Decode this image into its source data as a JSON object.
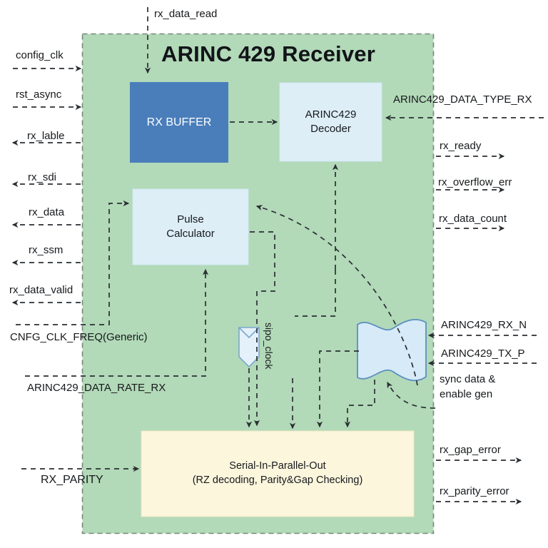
{
  "diagram": {
    "title": "ARINC 429 Receiver",
    "container_name": "ARINC 429 Receiver boundary",
    "colors": {
      "container_fill": "#b2d9b8",
      "container_border": "#7a8a7c",
      "rx_buffer_fill": "#4a7ebb",
      "rx_buffer_text": "#ffffff",
      "light_block_fill": "#ddeef7",
      "light_block_border": "#c9e3ef",
      "sipo_fill": "#fcf6dd",
      "sipo_border": "#efe7c4",
      "wavy_fill": "#d6eaf7",
      "wavy_border": "#5b8fc0",
      "arrow": "#2a2f33",
      "text": "#16191c",
      "page_bg": "#ffffff"
    },
    "blocks": [
      {
        "id": "rx_buffer",
        "label": "RX BUFFER",
        "kind": "solid-blue"
      },
      {
        "id": "decoder",
        "label_line1": "ARINC429",
        "label_line2": "Decoder",
        "kind": "light"
      },
      {
        "id": "pulse_calculator",
        "label_line1": "Pulse",
        "label_line2": "Calculator",
        "kind": "light"
      },
      {
        "id": "sipo",
        "label_line1": "Serial-In-Parallel-Out",
        "label_line2": "(RZ decoding, Parity&Gap Checking)",
        "kind": "cream"
      },
      {
        "id": "sync_block",
        "label": "",
        "kind": "wavy"
      }
    ],
    "inline_labels": [
      {
        "id": "sipo_clock",
        "text": "sipo_clock",
        "orientation": "vertical"
      },
      {
        "id": "sync_note",
        "text_line1": "sync data &",
        "text_line2": "enable gen"
      }
    ],
    "signals_top": [
      {
        "name": "rx_data_read",
        "direction": "in"
      }
    ],
    "signals_left": [
      {
        "name": "config_clk",
        "direction": "in"
      },
      {
        "name": "rst_async",
        "direction": "in"
      },
      {
        "name": "rx_lable",
        "direction": "out"
      },
      {
        "name": "rx_sdi",
        "direction": "out"
      },
      {
        "name": "rx_data",
        "direction": "out"
      },
      {
        "name": "rx_ssm",
        "direction": "out"
      },
      {
        "name": "rx_data_valid",
        "direction": "out"
      },
      {
        "name": "CNFG_CLK_FREQ(Generic)",
        "direction": "generic"
      },
      {
        "name": "ARINC429_DATA_RATE_RX",
        "direction": "generic"
      },
      {
        "name": "RX_PARITY",
        "direction": "in"
      }
    ],
    "signals_right": [
      {
        "name": "ARINC429_DATA_TYPE_RX",
        "direction": "in"
      },
      {
        "name": "rx_ready",
        "direction": "out"
      },
      {
        "name": "rx_overflow_err",
        "direction": "out"
      },
      {
        "name": "rx_data_count",
        "direction": "out"
      },
      {
        "name": "ARINC429_RX_N",
        "direction": "in"
      },
      {
        "name": "ARINC429_TX_P",
        "direction": "in"
      },
      {
        "name": "rx_gap_error",
        "direction": "out"
      },
      {
        "name": "rx_parity_error",
        "direction": "out"
      }
    ]
  }
}
